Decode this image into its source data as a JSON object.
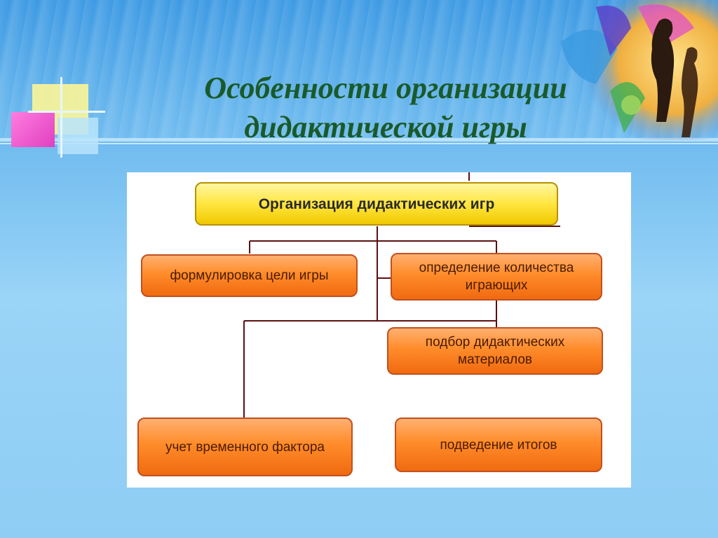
{
  "slide": {
    "title_line1": "Особенности организации",
    "title_line2": "дидактической игры"
  },
  "diagram": {
    "root": "Организация дидактических игр",
    "nodes": [
      {
        "id": "goal",
        "label": "формулировка цели игры"
      },
      {
        "id": "players",
        "label": "определение  количества играющих"
      },
      {
        "id": "materials",
        "label": "подбор дидактических материалов"
      },
      {
        "id": "time",
        "label": "учет временного фактора"
      },
      {
        "id": "results",
        "label": "подведение итогов"
      }
    ]
  },
  "colors": {
    "title": "#1a5a2a",
    "root_fill": "#ffe640",
    "node_fill": "#ff8c2a",
    "connector": "#5a1010"
  }
}
